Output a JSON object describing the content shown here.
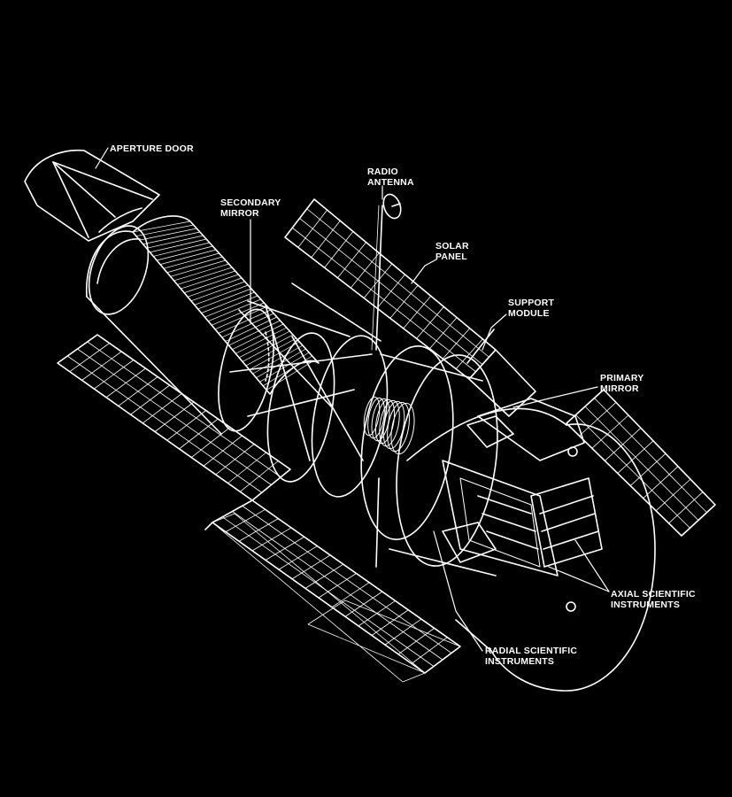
{
  "colors": {
    "background": "#000000",
    "line": "#ffffff"
  },
  "labels": {
    "aperture_door": "APERTURE DOOR",
    "radio_antenna": [
      "RADIO",
      "ANTENNA"
    ],
    "secondary_mirror": [
      "SECONDARY",
      "MIRROR"
    ],
    "solar_panel": [
      "SOLAR",
      "PANEL"
    ],
    "support_module": [
      "SUPPORT",
      "MODULE"
    ],
    "primary_mirror": [
      "PRIMARY",
      "MIRROR"
    ],
    "axial_instruments": [
      "AXIAL SCIENTIFIC",
      "INSTRUMENTS"
    ],
    "radial_instruments": [
      "RADIAL SCIENTIFIC",
      "INSTRUMENTS"
    ]
  }
}
